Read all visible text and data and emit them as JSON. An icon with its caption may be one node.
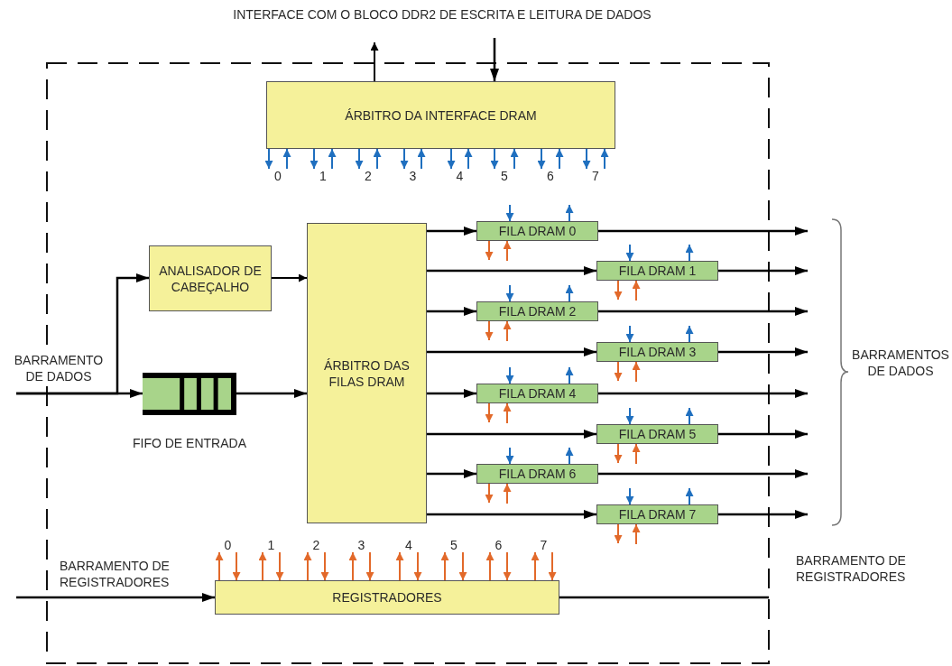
{
  "diagram": {
    "nodes": [
      {
        "text": [
          "ÁRBITRO DA INTERFACE DRAM"
        ]
      },
      {
        "text": [
          "ANALISADOR DE CABEÇALHO"
        ]
      },
      {
        "text": [],
        "shape": "box",
        "beside": [
          "FIFO DE ENTRADA"
        ]
      },
      {
        "text": [
          "ÁRBITRO DAS FILAS DRAM"
        ]
      },
      {
        "text": [
          "FILA DRAM 0"
        ]
      },
      {
        "text": [
          "FILA DRAM 1"
        ]
      },
      {
        "text": [
          "FILA DRAM 2"
        ]
      },
      {
        "text": [
          "FILA DRAM 3"
        ]
      },
      {
        "text": [
          "FILA DRAM 4"
        ]
      },
      {
        "text": [
          "FILA DRAM 5"
        ]
      },
      {
        "text": [
          "FILA DRAM 6"
        ]
      },
      {
        "text": [
          "FILA DRAM 7"
        ]
      },
      {
        "text": [
          "REGISTRADORES"
        ]
      },
      {
        "text": [
          "0"
        ]
      },
      {
        "text": [
          "1"
        ]
      },
      {
        "text": [
          "2"
        ]
      },
      {
        "text": [
          "3"
        ]
      },
      {
        "text": [
          "4"
        ]
      },
      {
        "text": [
          "5"
        ]
      },
      {
        "text": [
          "6"
        ]
      },
      {
        "text": [
          "7"
        ]
      },
      {
        "text": [
          "0"
        ]
      },
      {
        "text": [
          "1"
        ]
      },
      {
        "text": [
          "2"
        ]
      },
      {
        "text": [
          "3"
        ]
      },
      {
        "text": [
          "4"
        ]
      },
      {
        "text": [
          "5"
        ]
      },
      {
        "text": [
          "6"
        ]
      },
      {
        "text": [
          "7"
        ]
      }
    ],
    "edges": [
      {
        "from": 0,
        "to": null,
        "arrow": "to",
        "color": "#000000"
      },
      {
        "from": null,
        "to": 0,
        "arrow": "to",
        "color": "#000000"
      },
      {
        "from": 0,
        "to": 13,
        "arrow": "to",
        "color": "#1f6fbf"
      },
      {
        "from": 13,
        "to": 0,
        "arrow": "to",
        "color": "#1f6fbf"
      },
      {
        "from": 0,
        "to": 14,
        "arrow": "to",
        "color": "#1f6fbf"
      },
      {
        "from": 14,
        "to": 0,
        "arrow": "to",
        "color": "#1f6fbf"
      },
      {
        "from": 0,
        "to": 15,
        "arrow": "to",
        "color": "#1f6fbf"
      },
      {
        "from": 15,
        "to": 0,
        "arrow": "to",
        "color": "#1f6fbf"
      },
      {
        "from": 0,
        "to": 16,
        "arrow": "to",
        "color": "#1f6fbf"
      },
      {
        "from": 16,
        "to": 0,
        "arrow": "to",
        "color": "#1f6fbf"
      },
      {
        "from": 0,
        "to": 17,
        "arrow": "to",
        "color": "#1f6fbf"
      },
      {
        "from": 17,
        "to": 0,
        "arrow": "to",
        "color": "#1f6fbf"
      },
      {
        "from": 0,
        "to": 18,
        "arrow": "to",
        "color": "#1f6fbf"
      },
      {
        "from": 18,
        "to": 0,
        "arrow": "to",
        "color": "#1f6fbf"
      },
      {
        "from": 0,
        "to": 19,
        "arrow": "to",
        "color": "#1f6fbf"
      },
      {
        "from": 19,
        "to": 0,
        "arrow": "to",
        "color": "#1f6fbf"
      },
      {
        "from": 0,
        "to": 20,
        "arrow": "to",
        "color": "#1f6fbf"
      },
      {
        "from": 20,
        "to": 0,
        "arrow": "to",
        "color": "#1f6fbf"
      },
      {
        "from": null,
        "to": 1,
        "arrow": "to",
        "color": "#000000"
      },
      {
        "from": null,
        "to": 2,
        "arrow": "to",
        "color": "#000000"
      },
      {
        "from": 1,
        "to": 3,
        "arrow": "to",
        "color": "#000000"
      },
      {
        "from": 2,
        "to": 3,
        "arrow": "to",
        "color": "#000000"
      },
      {
        "from": 3,
        "to": 4,
        "arrow": "to",
        "color": "#000000"
      },
      {
        "from": 3,
        "to": 5,
        "arrow": "to",
        "color": "#000000"
      },
      {
        "from": 3,
        "to": 6,
        "arrow": "to",
        "color": "#000000"
      },
      {
        "from": 3,
        "to": 7,
        "arrow": "to",
        "color": "#000000"
      },
      {
        "from": 3,
        "to": 8,
        "arrow": "to",
        "color": "#000000"
      },
      {
        "from": 3,
        "to": 9,
        "arrow": "to",
        "color": "#000000"
      },
      {
        "from": 3,
        "to": 10,
        "arrow": "to",
        "color": "#000000"
      },
      {
        "from": 3,
        "to": 11,
        "arrow": "to",
        "color": "#000000"
      },
      {
        "from": 4,
        "to": null,
        "arrow": "to",
        "color": "#000000"
      },
      {
        "from": 5,
        "to": null,
        "arrow": "to",
        "color": "#000000"
      },
      {
        "from": 6,
        "to": null,
        "arrow": "to",
        "color": "#000000"
      },
      {
        "from": 7,
        "to": null,
        "arrow": "to",
        "color": "#000000"
      },
      {
        "from": 8,
        "to": null,
        "arrow": "to",
        "color": "#000000"
      },
      {
        "from": 9,
        "to": null,
        "arrow": "to",
        "color": "#000000"
      },
      {
        "from": 10,
        "to": null,
        "arrow": "to",
        "color": "#000000"
      },
      {
        "from": 11,
        "to": null,
        "arrow": "to",
        "color": "#000000"
      },
      {
        "from": null,
        "to": 4,
        "arrow": "to",
        "color": "#1f6fbf"
      },
      {
        "from": 4,
        "to": null,
        "arrow": "to",
        "color": "#1f6fbf"
      },
      {
        "from": 4,
        "to": null,
        "arrow": "to",
        "color": "#e2692a"
      },
      {
        "from": null,
        "to": 4,
        "arrow": "to",
        "color": "#e2692a"
      },
      {
        "from": null,
        "to": 5,
        "arrow": "to",
        "color": "#1f6fbf"
      },
      {
        "from": 5,
        "to": null,
        "arrow": "to",
        "color": "#1f6fbf"
      },
      {
        "from": 5,
        "to": null,
        "arrow": "to",
        "color": "#e2692a"
      },
      {
        "from": null,
        "to": 5,
        "arrow": "to",
        "color": "#e2692a"
      },
      {
        "from": null,
        "to": 6,
        "arrow": "to",
        "color": "#1f6fbf"
      },
      {
        "from": 6,
        "to": null,
        "arrow": "to",
        "color": "#1f6fbf"
      },
      {
        "from": 6,
        "to": null,
        "arrow": "to",
        "color": "#e2692a"
      },
      {
        "from": null,
        "to": 6,
        "arrow": "to",
        "color": "#e2692a"
      },
      {
        "from": null,
        "to": 7,
        "arrow": "to",
        "color": "#1f6fbf"
      },
      {
        "from": 7,
        "to": null,
        "arrow": "to",
        "color": "#1f6fbf"
      },
      {
        "from": 7,
        "to": null,
        "arrow": "to",
        "color": "#e2692a"
      },
      {
        "from": null,
        "to": 7,
        "arrow": "to",
        "color": "#e2692a"
      },
      {
        "from": null,
        "to": 8,
        "arrow": "to",
        "color": "#1f6fbf"
      },
      {
        "from": 8,
        "to": null,
        "arrow": "to",
        "color": "#1f6fbf"
      },
      {
        "from": 8,
        "to": null,
        "arrow": "to",
        "color": "#e2692a"
      },
      {
        "from": null,
        "to": 8,
        "arrow": "to",
        "color": "#e2692a"
      },
      {
        "from": null,
        "to": 9,
        "arrow": "to",
        "color": "#1f6fbf"
      },
      {
        "from": 9,
        "to": null,
        "arrow": "to",
        "color": "#1f6fbf"
      },
      {
        "from": 9,
        "to": null,
        "arrow": "to",
        "color": "#e2692a"
      },
      {
        "from": null,
        "to": 9,
        "arrow": "to",
        "color": "#e2692a"
      },
      {
        "from": null,
        "to": 10,
        "arrow": "to",
        "color": "#1f6fbf"
      },
      {
        "from": 10,
        "to": null,
        "arrow": "to",
        "color": "#1f6fbf"
      },
      {
        "from": 10,
        "to": null,
        "arrow": "to",
        "color": "#e2692a"
      },
      {
        "from": null,
        "to": 10,
        "arrow": "to",
        "color": "#e2692a"
      },
      {
        "from": null,
        "to": 11,
        "arrow": "to",
        "color": "#1f6fbf"
      },
      {
        "from": 11,
        "to": null,
        "arrow": "to",
        "color": "#1f6fbf"
      },
      {
        "from": 11,
        "to": null,
        "arrow": "to",
        "color": "#e2692a"
      },
      {
        "from": null,
        "to": 11,
        "arrow": "to",
        "color": "#e2692a"
      },
      {
        "from": null,
        "to": 12,
        "arrow": "to",
        "color": "#000000"
      },
      {
        "from": 12,
        "to": null,
        "arrow": "none",
        "color": "#000000"
      },
      {
        "from": 12,
        "to": 21,
        "arrow": "to",
        "color": "#e2692a"
      },
      {
        "from": 21,
        "to": 12,
        "arrow": "to",
        "color": "#e2692a"
      },
      {
        "from": 12,
        "to": 22,
        "arrow": "to",
        "color": "#e2692a"
      },
      {
        "from": 22,
        "to": 12,
        "arrow": "to",
        "color": "#e2692a"
      },
      {
        "from": 12,
        "to": 23,
        "arrow": "to",
        "color": "#e2692a"
      },
      {
        "from": 23,
        "to": 12,
        "arrow": "to",
        "color": "#e2692a"
      },
      {
        "from": 12,
        "to": 24,
        "arrow": "to",
        "color": "#e2692a"
      },
      {
        "from": 24,
        "to": 12,
        "arrow": "to",
        "color": "#e2692a"
      },
      {
        "from": 12,
        "to": 25,
        "arrow": "to",
        "color": "#e2692a"
      },
      {
        "from": 25,
        "to": 12,
        "arrow": "to",
        "color": "#e2692a"
      },
      {
        "from": 12,
        "to": 26,
        "arrow": "to",
        "color": "#e2692a"
      },
      {
        "from": 26,
        "to": 12,
        "arrow": "to",
        "color": "#e2692a"
      },
      {
        "from": 12,
        "to": 27,
        "arrow": "to",
        "color": "#e2692a"
      },
      {
        "from": 27,
        "to": 12,
        "arrow": "to",
        "color": "#e2692a"
      },
      {
        "from": 12,
        "to": 28,
        "arrow": "to",
        "color": "#e2692a"
      },
      {
        "from": 28,
        "to": 12,
        "arrow": "to",
        "color": "#e2692a"
      }
    ],
    "labels": [
      "INTERFACE COM O BLOCO DDR2 DE ESCRITA E LEITURA DE DADOS",
      "BARRAMENTO DE DADOS",
      "BARRAMENTOS DE DADOS",
      "BARRAMENTO DE REGISTRADORES",
      "BARRAMENTO DE REGISTRADORES"
    ]
  }
}
